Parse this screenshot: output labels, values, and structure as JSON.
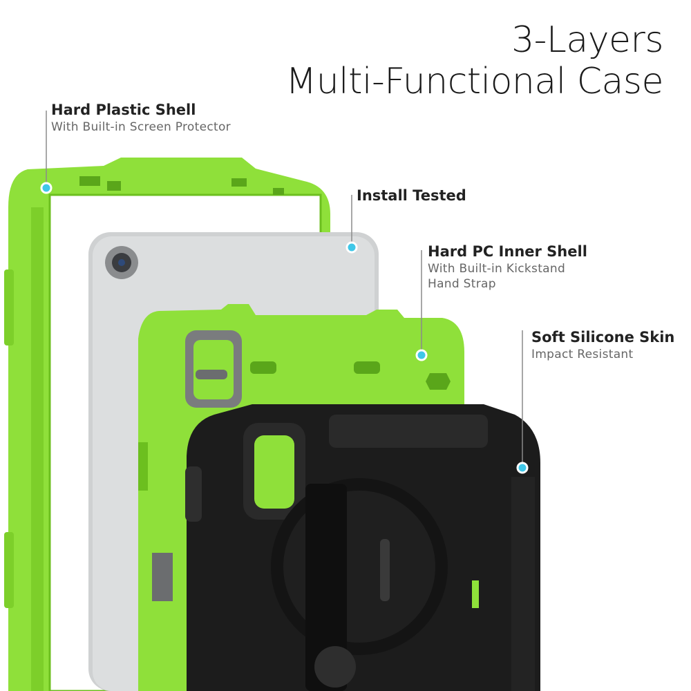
{
  "title": {
    "line1": "3-Layers",
    "line2": "Multi-Functional Case"
  },
  "callouts": [
    {
      "heading": "Hard Plastic Shell",
      "lines": [
        "With Built-in Screen Protector"
      ]
    },
    {
      "heading": "Install Tested",
      "lines": []
    },
    {
      "heading": "Hard PC Inner Shell",
      "lines": [
        "With Built-in Kickstand",
        "Hand Strap"
      ]
    },
    {
      "heading": "Soft Silicone Skin",
      "lines": [
        "Impact Resistant"
      ]
    }
  ],
  "colors": {
    "green": "#8fe03a",
    "green_dark": "#6cbf1f",
    "black_case": "#1c1c1c",
    "tablet": "#cfd1d2",
    "marker": "#3fc7e8"
  }
}
